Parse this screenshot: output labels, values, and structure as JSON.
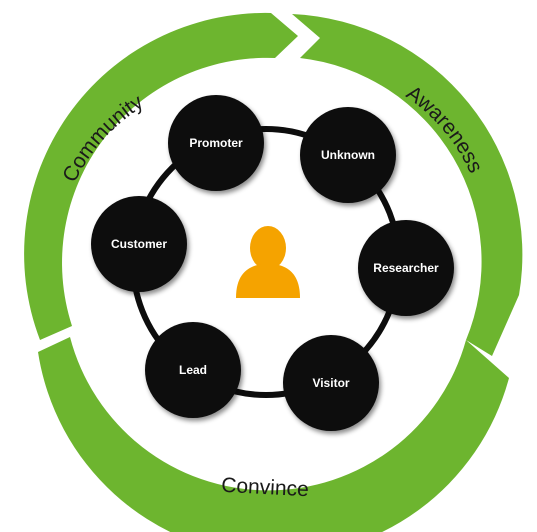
{
  "cycle": {
    "segments": [
      {
        "label": "Community"
      },
      {
        "label": "Awareness"
      },
      {
        "label": "Convince"
      }
    ]
  },
  "stages": [
    {
      "label": "Promoter"
    },
    {
      "label": "Unknown"
    },
    {
      "label": "Researcher"
    },
    {
      "label": "Visitor"
    },
    {
      "label": "Lead"
    },
    {
      "label": "Customer"
    }
  ],
  "center": {
    "icon": "person-icon"
  },
  "colors": {
    "ring_green": "#6db52f",
    "node_fill": "#0d0d0d",
    "person_orange": "#f5a300",
    "connector": "#0d0d0d"
  }
}
